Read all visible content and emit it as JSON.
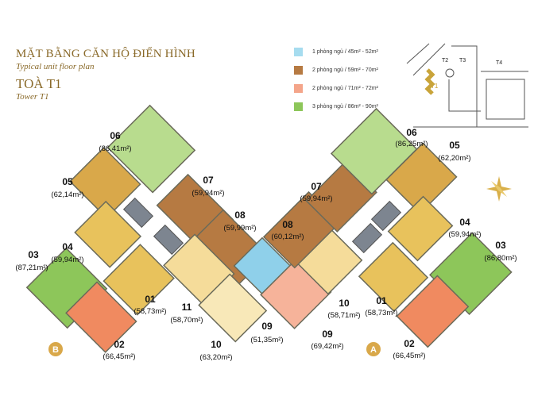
{
  "header": {
    "title": "MẶT BẰNG CĂN HỘ ĐIỂN HÌNH",
    "subtitle": "Typical unit floor plan",
    "tower": "TOÀ T1",
    "tower_sub": "Tower T1"
  },
  "legend": [
    {
      "label": "1 phòng ngủ / 45m² - 52m²",
      "color": "#a6dcef"
    },
    {
      "label": "2 phòng ngủ / 59m² - 70m²",
      "color": "#b67a42"
    },
    {
      "label": "2 phòng ngủ / 71m² - 72m²",
      "color": "#f4a58a"
    },
    {
      "label": "3 phòng ngủ / 86m² - 90m²",
      "color": "#8dc65a"
    }
  ],
  "key_plan": {
    "towers": [
      "T1",
      "T2",
      "T3",
      "T4"
    ]
  },
  "wings": {
    "left": "B",
    "right": "A"
  },
  "units": {
    "l06": {
      "no": "06",
      "area": "(86,41m²)"
    },
    "l05": {
      "no": "05",
      "area": "(62,14m²)"
    },
    "l04": {
      "no": "04",
      "area": "(59,94m²)"
    },
    "l03": {
      "no": "03",
      "area": "(87,21m²)"
    },
    "l07": {
      "no": "07",
      "area": "(59,94m²)"
    },
    "l08": {
      "no": "08",
      "area": "(59,99m²)"
    },
    "l11": {
      "no": "11",
      "area": "(58,70m²)"
    },
    "l01": {
      "no": "01",
      "area": "(58,73m²)"
    },
    "l02": {
      "no": "02",
      "area": "(66,45m²)"
    },
    "l10": {
      "no": "10",
      "area": "(63,20m²)"
    },
    "c09": {
      "no": "09",
      "area": "(51,35m²)"
    },
    "r09": {
      "no": "09",
      "area": "(69,42m²)"
    },
    "r10": {
      "no": "10",
      "area": "(58,71m²)"
    },
    "r01": {
      "no": "01",
      "area": "(58,73m²)"
    },
    "r02": {
      "no": "02",
      "area": "(66,45m²)"
    },
    "r08": {
      "no": "08",
      "area": "(60,12m²)"
    },
    "r07": {
      "no": "07",
      "area": "(59,94m²)"
    },
    "r06": {
      "no": "06",
      "area": "(86,25m²)"
    },
    "r05": {
      "no": "05",
      "area": "(62,20m²)"
    },
    "r04": {
      "no": "04",
      "area": "(59,94m²)"
    },
    "r03": {
      "no": "03",
      "area": "(86,80m²)"
    }
  }
}
